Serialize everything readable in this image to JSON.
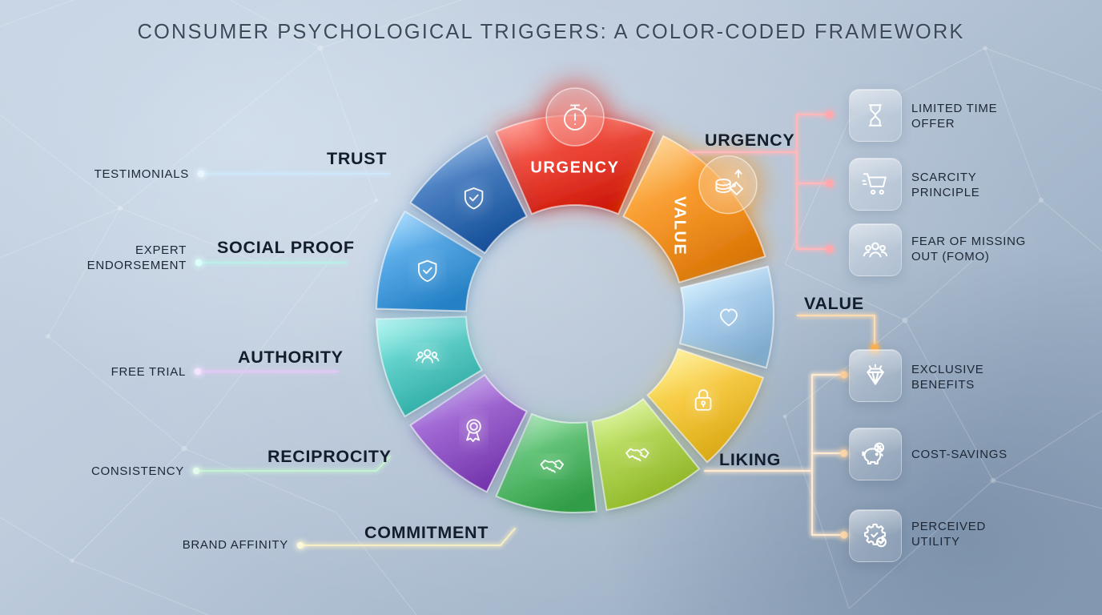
{
  "title": "CONSUMER PSYCHOLOGICAL TRIGGERS: A COLOR-CODED FRAMEWORK",
  "colors": {
    "background_light": "#c7d5e4",
    "background_dark": "#8b9fb7",
    "title_text": "#3d4a5c",
    "label_text": "#141d2b",
    "urgency": "#ea3223",
    "value": "#f79019",
    "liking": "#9cc7ea",
    "commitment": "#f5c32c",
    "reciprocity_light": "#a8cf3f",
    "reciprocity": "#4cb963",
    "authority": "#9050c9",
    "social_proof": "#45c4bd",
    "trust": "#3f9be0",
    "trust_dark": "#2f6bb5"
  },
  "wheel": {
    "segments": [
      {
        "label": "URGENCY",
        "color": "#ea3223",
        "icon": "stopwatch-icon",
        "show_label": true
      },
      {
        "label": "VALUE",
        "color": "#f79019",
        "icon": "price-tag-coins-icon",
        "show_label": true
      },
      {
        "label": "LIKING",
        "color": "#9cc7ea",
        "icon": "heart-icon",
        "show_label": false
      },
      {
        "label": "COMMITMENT",
        "color": "#f5c32c",
        "icon": "lock-icon",
        "show_label": false
      },
      {
        "label": "RECIPROCITY-B",
        "color": "#a8cf3f",
        "icon": "handshake-icon",
        "show_label": false
      },
      {
        "label": "RECIPROCITY",
        "color": "#4cb963",
        "icon": "handshake-icon",
        "show_label": false
      },
      {
        "label": "AUTHORITY",
        "color": "#9050c9",
        "icon": "award-ribbon-icon",
        "show_label": false
      },
      {
        "label": "SOCIAL PROOF",
        "color": "#45c4bd",
        "icon": "people-group-icon",
        "show_label": false
      },
      {
        "label": "TRUST",
        "color": "#3f9be0",
        "icon": "shield-check-icon",
        "show_label": false
      },
      {
        "label": "TRUST-B",
        "color": "#2f6bb5",
        "icon": "shield-check-icon",
        "show_label": false
      }
    ]
  },
  "left_items": [
    {
      "category": "TRUST",
      "sub": "TESTIMONIALS",
      "color": "#bfe0f7"
    },
    {
      "category": "SOCIAL PROOF",
      "sub": "EXPERT\nENDORSEMENT",
      "color": "#b5f0ea"
    },
    {
      "category": "AUTHORITY",
      "sub": "FREE TRIAL",
      "color": "#e2c6f7"
    },
    {
      "category": "RECIPROCITY",
      "sub": "CONSISTENCY",
      "color": "#c2f0cf"
    },
    {
      "category": "COMMITMENT",
      "sub": "BRAND AFFINITY",
      "color": "#f7e9b8"
    }
  ],
  "right_groups": [
    {
      "category": "URGENCY",
      "color": "#ffb3b3",
      "items": [
        {
          "label": "LIMITED TIME\nOFFER",
          "icon": "hourglass-icon"
        },
        {
          "label": "SCARCITY\nPRINCIPLE",
          "icon": "shopping-cart-icon"
        },
        {
          "label": "FEAR OF MISSING\nOUT (FOMO)",
          "icon": "people-group-icon"
        }
      ]
    },
    {
      "category": "VALUE",
      "color": "#ffd9a8",
      "items": []
    },
    {
      "category": "LIKING",
      "color": "#ffe6c9",
      "items": [
        {
          "label": "EXCLUSIVE\nBENEFITS",
          "icon": "diamond-icon"
        },
        {
          "label": "COST-SAVINGS",
          "icon": "piggy-bank-percent-icon"
        },
        {
          "label": "PERCEIVED\nUTILITY",
          "icon": "gear-check-icon"
        }
      ]
    }
  ]
}
